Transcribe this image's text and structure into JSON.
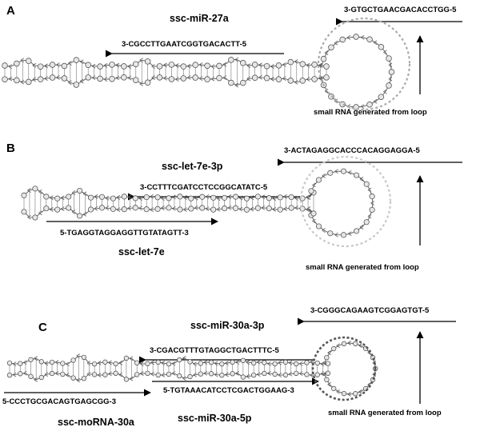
{
  "panels": [
    {
      "letter": "A",
      "mirna_name": "ssc-miR-27a",
      "mature_seq": "3-CGCCTTGAATCGGTGACACTT-5",
      "loop_seq": "3-GTGCTGAACGACACCTGG-5",
      "loop_note": "small RNA generated from loop",
      "loop_circle_color": "#aaaaaa"
    },
    {
      "letter": "B",
      "mirna_name_3p": "ssc-let-7e-3p",
      "seq_3p": "3-CCTTTCGATCCTCCGGCATATC-5",
      "mirna_name_5p": "ssc-let-7e",
      "seq_5p": "5-TGAGGTAGGAGGTTGTATAGTT-3",
      "loop_seq": "3-ACTAGAGGCACCCACAGGAGGA-5",
      "loop_note": "small RNA generated from loop",
      "loop_circle_color": "#c8c8c8"
    },
    {
      "letter": "C",
      "mirna_name_3p": "ssc-miR-30a-3p",
      "seq_3p": "3-CGACGTTTGTAGGCTGACTTTC-5",
      "loop_seq": "3-CGGGCAGAAGTCGGAGTGT-5",
      "morna_seq": "5-CCCTGCGACAGTGAGCGG-3",
      "seq_5p": "5-TGTAAACATCCTCGACTGGAAG-3",
      "morna_name": "ssc-moRNA-30a",
      "mirna_name_5p": "ssc-miR-30a-5p",
      "loop_note": "small RNA generated from loop",
      "loop_circle_color": "#555555"
    }
  ]
}
